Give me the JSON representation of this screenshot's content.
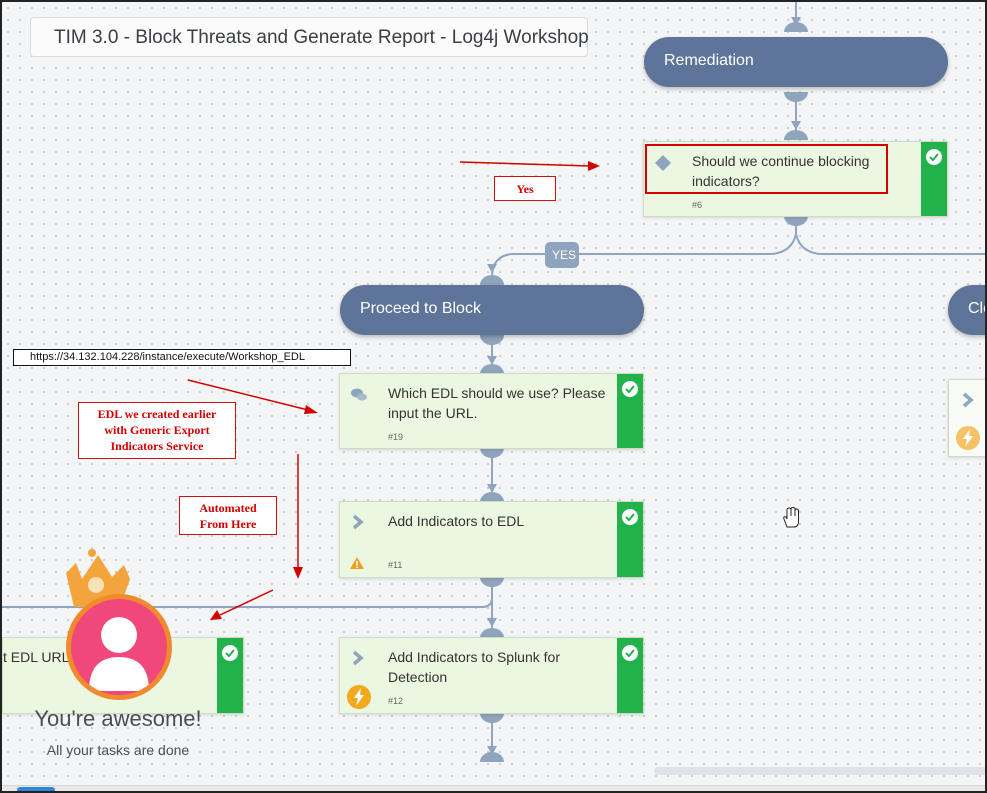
{
  "playbook": {
    "title": "TIM 3.0 - Block Threats and Generate Report - Log4j Workshop"
  },
  "sections": {
    "remediation": "Remediation",
    "proceed_to_block": "Proceed to Block",
    "right_partial": "Clo"
  },
  "tasks": {
    "continue_blocking": {
      "label": "Should we continue blocking indicators?",
      "number": "#6",
      "icon": "diamond-condition-icon",
      "status": "completed"
    },
    "which_edl": {
      "label": "Which EDL should we use? Please input the URL.",
      "number": "#19",
      "icon": "chat-bubbles-icon",
      "status": "completed"
    },
    "add_to_edl": {
      "label": "Add Indicators to EDL",
      "number": "#11",
      "icon": "chevron-right-icon",
      "warning_icon": "warning-icon",
      "status": "completed"
    },
    "add_to_splunk": {
      "label": "Add Indicators to Splunk for Detection",
      "number": "#12",
      "icon": "chevron-right-icon",
      "trigger_icon": "lightning-icon",
      "status": "completed"
    },
    "left_partial": {
      "label": "t EDL URL",
      "status": "completed"
    }
  },
  "branch": {
    "yes_label": "YES"
  },
  "annotations": {
    "yes": "Yes",
    "url": "https://34.132.104.228/instance/execute/Workshop_EDL",
    "edl_created": [
      "EDL we created earlier",
      "with Generic Export",
      "Indicators Service"
    ],
    "automated": [
      "Automated",
      "From Here"
    ]
  },
  "congrats": {
    "headline": "You're awesome!",
    "subtext": "All your tasks are done"
  },
  "colors": {
    "section": "#5e7498",
    "task_bg": "#ecf7e1",
    "status_green": "#22b24c",
    "connector": "#8fa4bd",
    "annotation_red": "#d40000",
    "avatar_ring": "#f08a2c",
    "avatar_fill": "#f0487b"
  }
}
